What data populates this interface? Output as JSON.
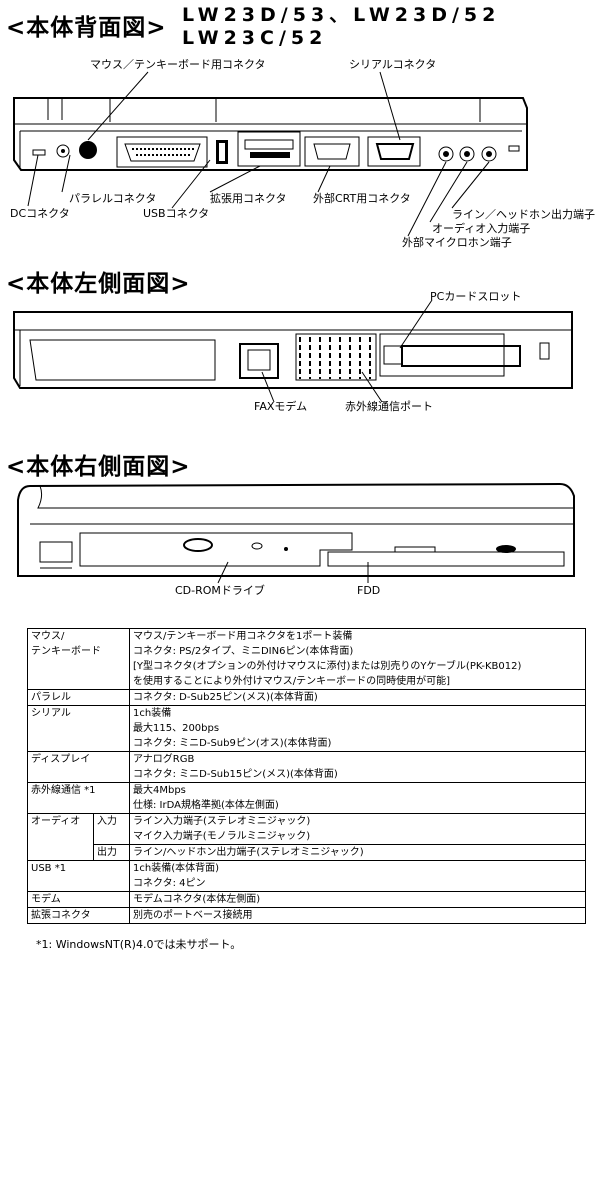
{
  "rear": {
    "heading": "<本体背面図>",
    "models_line1": "LW23D/53、LW23D/52",
    "models_line2": "LW23C/52",
    "labels": {
      "mouse_keyboard": "マウス／テンキーボード用コネクタ",
      "serial": "シリアルコネクタ",
      "parallel": "パラレルコネクタ",
      "dc": "DCコネクタ",
      "usb": "USBコネクタ",
      "expansion": "拡張用コネクタ",
      "crt": "外部CRT用コネクタ",
      "line_out": "ライン／ヘッドホン出力端子",
      "audio_in": "オーディオ入力端子",
      "mic": "外部マイクロホン端子"
    }
  },
  "left": {
    "heading": "<本体左側面図>",
    "labels": {
      "pc_card": "PCカードスロット",
      "fax": "FAXモデム",
      "infrared": "赤外線通信ポート"
    }
  },
  "right": {
    "heading": "<本体右側面図>",
    "labels": {
      "cdrom": "CD-ROMドライブ",
      "fdd": "FDD"
    }
  },
  "spec_table": [
    {
      "label": "マウス/\nテンキーボード",
      "values": [
        "マウス/テンキーボード用コネクタを1ポート装備",
        "コネクタ: PS/2タイプ、ミニDIN6ピン(本体背面)",
        "[Y型コネクタ(オプションの外付けマウスに添付)または別売りのYケーブル(PK-KB012)",
        "を使用することにより外付けマウス/テンキーボードの同時使用が可能]"
      ]
    },
    {
      "label": "パラレル",
      "values": [
        "コネクタ: D-Sub25ピン(メス)(本体背面)"
      ]
    },
    {
      "label": "シリアル",
      "values": [
        "1ch装備",
        "最大115、200bps",
        "コネクタ: ミニD-Sub9ピン(オス)(本体背面)"
      ]
    },
    {
      "label": "ディスプレイ",
      "values": [
        "アナログRGB",
        "コネクタ: ミニD-Sub15ピン(メス)(本体背面)"
      ]
    },
    {
      "label": "赤外線通信 *1",
      "values": [
        "最大4Mbps",
        "仕様: IrDA規格準拠(本体左側面)"
      ]
    },
    {
      "label": "オーディオ",
      "sub": [
        {
          "label": "入力",
          "values": [
            "ライン入力端子(ステレオミニジャック)",
            "マイク入力端子(モノラルミニジャック)"
          ]
        },
        {
          "label": "出力",
          "values": [
            "ライン/ヘッドホン出力端子(ステレオミニジャック)"
          ]
        }
      ]
    },
    {
      "label": "USB *1",
      "values": [
        "1ch装備(本体背面)",
        "コネクタ: 4ピン"
      ]
    },
    {
      "label": "モデム",
      "values": [
        "モデムコネクタ(本体左側面)"
      ]
    },
    {
      "label": "拡張コネクタ",
      "values": [
        "別売のポートベース接続用"
      ]
    }
  ],
  "footnote": "*1: WindowsNT(R)4.0では未サポート。"
}
